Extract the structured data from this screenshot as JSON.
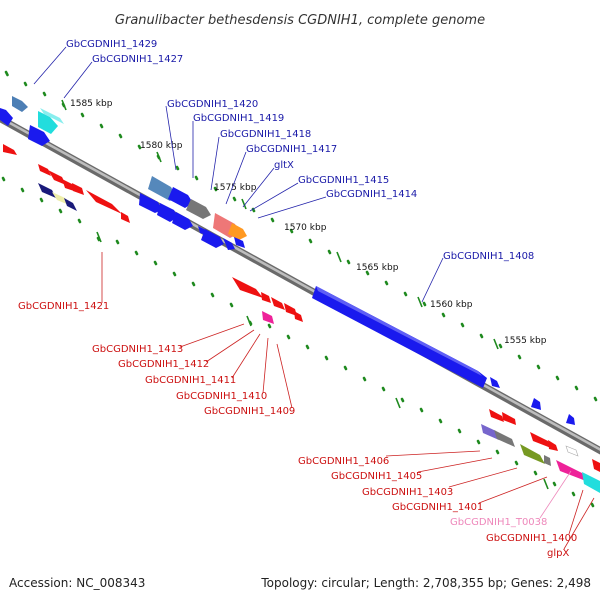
{
  "title": "Granulibacter bethesdensis CGDNIH1, complete genome",
  "footer": {
    "accession": "Accession: NC_008343",
    "summary": "Topology: circular; Length: 2,708,355 bp; Genes: 2,498"
  },
  "ticks": [
    "1585 kbp",
    "1580 kbp",
    "1575 kbp",
    "1570 kbp",
    "1565 kbp",
    "1560 kbp",
    "1555 kbp"
  ],
  "upper_labels": [
    "GbCGDNIH1_1429",
    "GbCGDNIH1_1427",
    "GbCGDNIH1_1420",
    "GbCGDNIH1_1419",
    "GbCGDNIH1_1418",
    "GbCGDNIH1_1417",
    "gltX",
    "GbCGDNIH1_1415",
    "GbCGDNIH1_1414",
    "GbCGDNIH1_1408"
  ],
  "lower_labels": [
    "GbCGDNIH1_1421",
    "GbCGDNIH1_1413",
    "GbCGDNIH1_1412",
    "GbCGDNIH1_1411",
    "GbCGDNIH1_1410",
    "GbCGDNIH1_1409",
    "GbCGDNIH1_1406",
    "GbCGDNIH1_1405",
    "GbCGDNIH1_1403",
    "GbCGDNIH1_1401",
    "GbCGDNIH1_T0038",
    "GbCGDNIH1_1400",
    "glpX"
  ],
  "colors": {
    "backbone": "#8c8c8c",
    "cds_forward": "#1a1aee",
    "cds_reverse": "#ee1111",
    "scale_dots": "#1f8a1f",
    "cyan": "#22dddd",
    "steelblue": "#5588bb",
    "navy": "#1a1a7a",
    "khaki": "#eeeeaa",
    "salmon": "#ee7777",
    "orange": "#ff9922",
    "grey": "#777777",
    "magenta": "#ee2299",
    "purple": "#7766cc",
    "olive": "#779922"
  }
}
